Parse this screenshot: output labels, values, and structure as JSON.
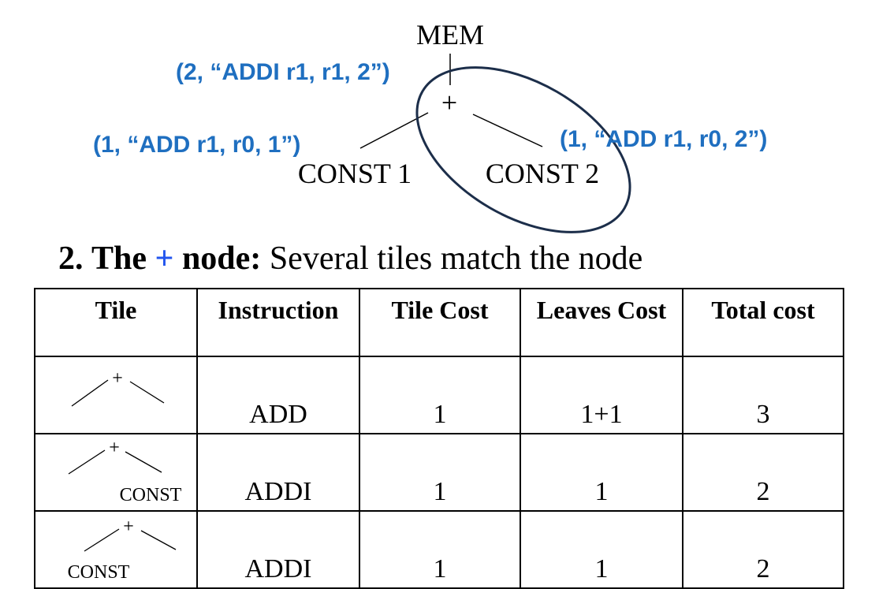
{
  "tree": {
    "root": "MEM",
    "plus": "+",
    "left_leaf": "CONST 1",
    "right_leaf": "CONST 2",
    "annotations": {
      "plus": "(2, “ADDI r1, r1, 2”)",
      "left": "(1, “ADD r1, r0, 1”)",
      "right": "(1, “ADD r1, r0, 2”)"
    }
  },
  "heading": {
    "number": "2.",
    "word_the": "The",
    "plus": "+",
    "word_node": "node:",
    "rest": "Several tiles match the node"
  },
  "table": {
    "headers": [
      "Tile",
      "Instruction",
      "Tile Cost",
      "Leaves Cost",
      "Total cost"
    ],
    "rows": [
      {
        "tile": {
          "op": "+",
          "left": "",
          "right": ""
        },
        "instruction": "ADD",
        "tile_cost": "1",
        "leaves_cost": "1+1",
        "total": "3"
      },
      {
        "tile": {
          "op": "+",
          "left": "",
          "right": "CONST"
        },
        "instruction": "ADDI",
        "tile_cost": "1",
        "leaves_cost": "1",
        "total": "2"
      },
      {
        "tile": {
          "op": "+",
          "left": "CONST",
          "right": ""
        },
        "instruction": "ADDI",
        "tile_cost": "1",
        "leaves_cost": "1",
        "total": "2"
      }
    ]
  },
  "colors": {
    "annotation": "#1f6fc0",
    "plus_heading": "#2255ee",
    "ellipse": "#1c2e4a"
  }
}
